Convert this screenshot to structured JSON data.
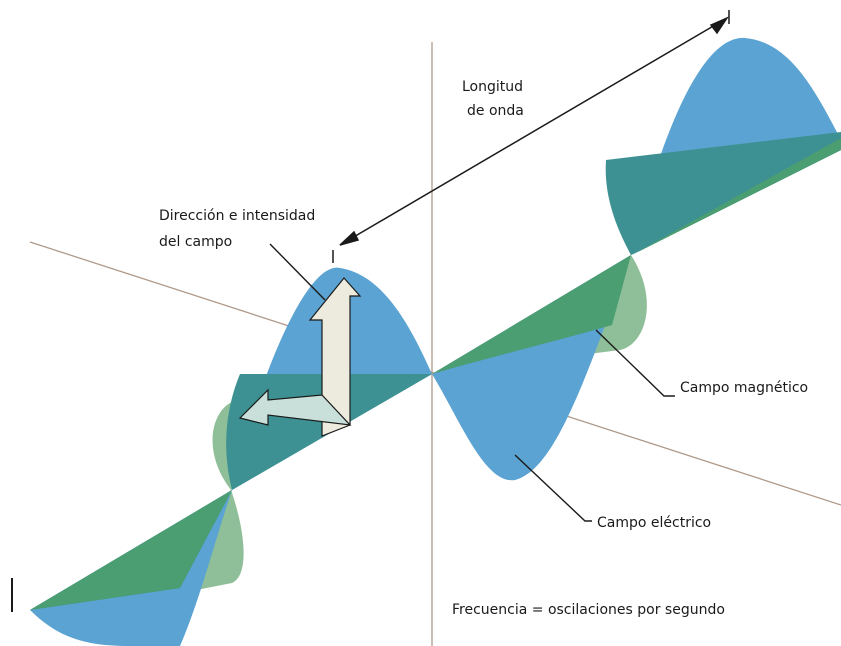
{
  "labels": {
    "wavelength_line1": "Longitud",
    "wavelength_line2": "de onda",
    "field_line1": "Dirección e intensidad",
    "field_line2": "del campo",
    "magnetic": "Campo magnético",
    "electric": "Campo eléctrico",
    "frequency": "Frecuencia = oscilaciones por segundo"
  },
  "colors": {
    "electric_wave": "#5ba3d2",
    "magnetic_wave": "#4b9d72",
    "magnetic_back": "#8fbf98",
    "overlap": "#3d9192",
    "axis_line": "#b09a8a",
    "arrow_fill": "#ecebdd",
    "arrow_fill_2": "#c9e0da"
  }
}
